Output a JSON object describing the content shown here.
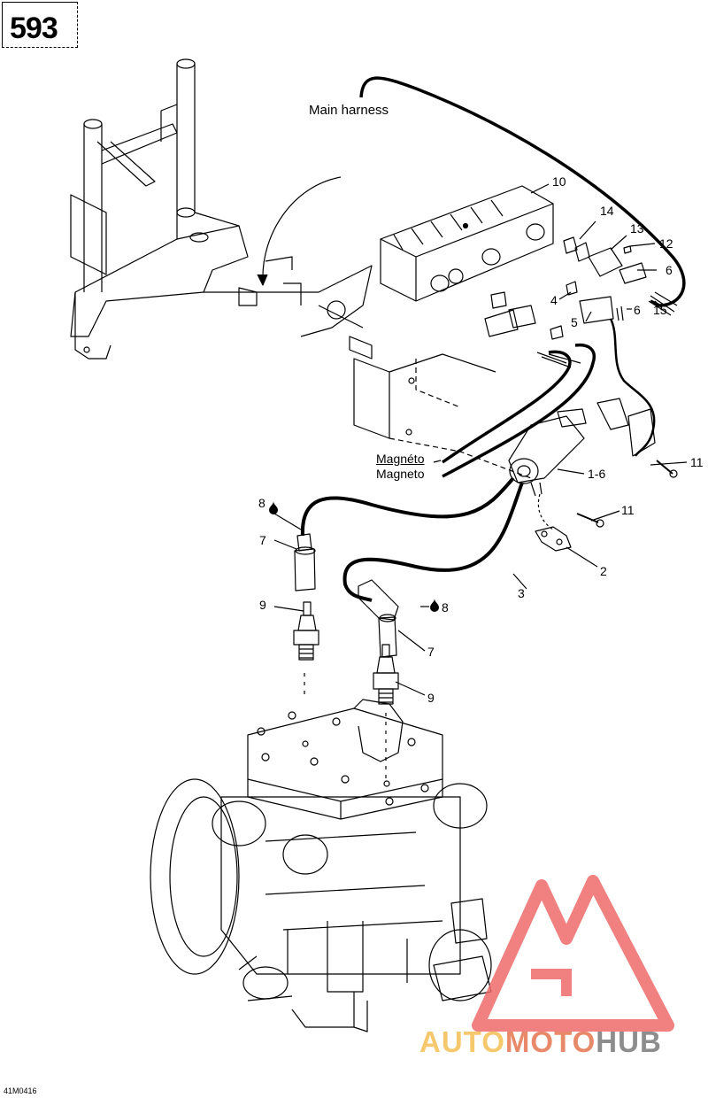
{
  "page": {
    "number": "593",
    "drawing_code": "41M0416"
  },
  "labels": {
    "main_harness": "Main harness",
    "magneto_fr": "Magnéto",
    "magneto_en": "Magneto"
  },
  "callouts": {
    "c10": "10",
    "c14": "14",
    "c13": "13",
    "c12": "12",
    "c6a": "6",
    "c4": "4",
    "c15": "15",
    "c5": "5",
    "c6b": "6",
    "c11a": "11",
    "c1_6": "1-6",
    "c11b": "11",
    "c8a": "8",
    "c7a": "7",
    "c9a": "9",
    "c2": "2",
    "c3": "3",
    "c8b": "8",
    "c7b": "7",
    "c9b": "9"
  },
  "watermark": {
    "part1": "AUTO",
    "part2": "MOTO",
    "part3": "HUB",
    "colors": {
      "auto": "#f5c86e",
      "moto": "#e88a6a",
      "hub": "#8d8d8d",
      "triangle": "#ef6a6a"
    }
  }
}
